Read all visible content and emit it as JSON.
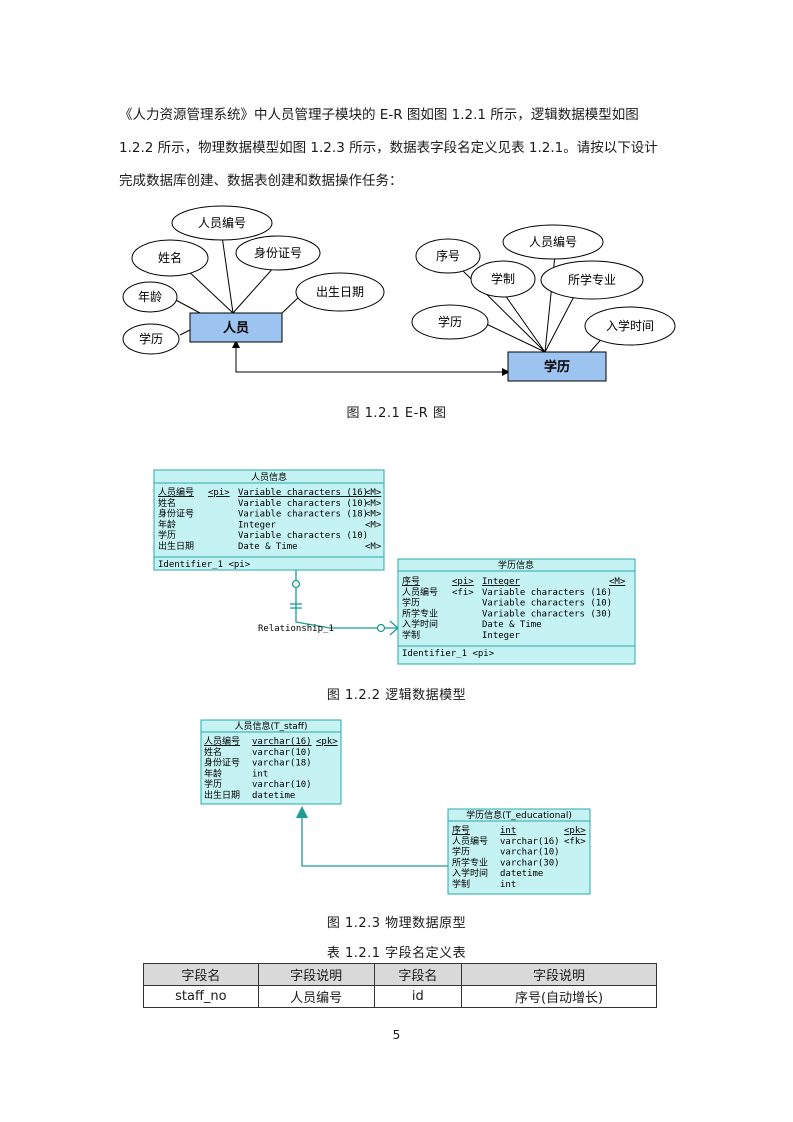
{
  "intro": {
    "line1": "《人力资源管理系统》中人员管理子模块的 E-R 图如图 1.2.1 所示，逻辑数据模型如图",
    "line2": "1.2.2 所示，物理数据模型如图 1.2.3 所示，数据表字段名定义见表 1.2.1。请按以下设计",
    "line3": "完成数据库创建、数据表创建和数据操作任务："
  },
  "er": {
    "entity_person": "人员",
    "entity_edu": "学历",
    "person_attrs": {
      "name": "姓名",
      "id": "人员编号",
      "idcard": "身份证号",
      "age": "年龄",
      "birth": "出生日期",
      "edu": "学历"
    },
    "edu_attrs": {
      "seq": "序号",
      "pid": "人员编号",
      "system": "学制",
      "major": "所学专业",
      "edu": "学历",
      "entry": "入学时间"
    },
    "caption": "图 1.2.1  E-R 图"
  },
  "logical": {
    "person_title": "人员信息",
    "person_rows": [
      {
        "name": "人员编号",
        "key": "<pi>",
        "type": "Variable characters (16)",
        "m": "<M>"
      },
      {
        "name": "姓名",
        "key": "",
        "type": "Variable characters (10)",
        "m": "<M>"
      },
      {
        "name": "身份证号",
        "key": "",
        "type": "Variable characters (18)",
        "m": "<M>"
      },
      {
        "name": "年龄",
        "key": "",
        "type": "Integer",
        "m": "<M>"
      },
      {
        "name": "学历",
        "key": "",
        "type": "Variable characters (10)",
        "m": ""
      },
      {
        "name": "出生日期",
        "key": "",
        "type": "Date & Time",
        "m": "<M>"
      }
    ],
    "person_ident": "Identifier_1  <pi>",
    "edu_title": "学历信息",
    "edu_rows": [
      {
        "name": "序号",
        "key": "<pi>",
        "type": "Integer",
        "m": "<M>"
      },
      {
        "name": "人员编号",
        "key": "<fi>",
        "type": "Variable characters (16)",
        "m": ""
      },
      {
        "name": "学历",
        "key": "",
        "type": "Variable characters (10)",
        "m": ""
      },
      {
        "name": "所学专业",
        "key": "",
        "type": "Variable characters (30)",
        "m": ""
      },
      {
        "name": "入学时间",
        "key": "",
        "type": "Date & Time",
        "m": ""
      },
      {
        "name": "学制",
        "key": "",
        "type": "Integer",
        "m": ""
      }
    ],
    "edu_ident": "Identifier_1  <pi>",
    "relationship": "Relationship_1",
    "caption": "图 1.2.2  逻辑数据模型"
  },
  "physical": {
    "staff_title": "人员信息(T_staff)",
    "staff_rows": [
      {
        "name": "人员编号",
        "type": "varchar(16)",
        "key": "<pk>"
      },
      {
        "name": "姓名",
        "type": "varchar(10)",
        "key": ""
      },
      {
        "name": "身份证号",
        "type": "varchar(18)",
        "key": ""
      },
      {
        "name": "年龄",
        "type": "int",
        "key": ""
      },
      {
        "name": "学历",
        "type": "varchar(10)",
        "key": ""
      },
      {
        "name": "出生日期",
        "type": "datetime",
        "key": ""
      }
    ],
    "edu_title": "学历信息(T_educational)",
    "edu_rows": [
      {
        "name": "序号",
        "type": "int",
        "key": "<pk>"
      },
      {
        "name": "人员编号",
        "type": "varchar(16)",
        "key": "<fk>"
      },
      {
        "name": "学历",
        "type": "varchar(10)",
        "key": ""
      },
      {
        "name": "所学专业",
        "type": "varchar(30)",
        "key": ""
      },
      {
        "name": "入学时间",
        "type": "datetime",
        "key": ""
      },
      {
        "name": "学制",
        "type": "int",
        "key": ""
      }
    ],
    "caption": "图 1.2.3  物理数据原型"
  },
  "table": {
    "caption": "表 1.2.1  字段名定义表",
    "headers": [
      "字段名",
      "字段说明",
      "字段名",
      "字段说明"
    ],
    "rows": [
      [
        "staff_no",
        "人员编号",
        "id",
        "序号(自动增长)"
      ]
    ]
  },
  "page_number": "5",
  "colors": {
    "entity_fill": "#9dc3f0",
    "table_fill": "#c5f2f2",
    "table_stroke": "#2aa9a9",
    "connector": "#1b9c94"
  }
}
